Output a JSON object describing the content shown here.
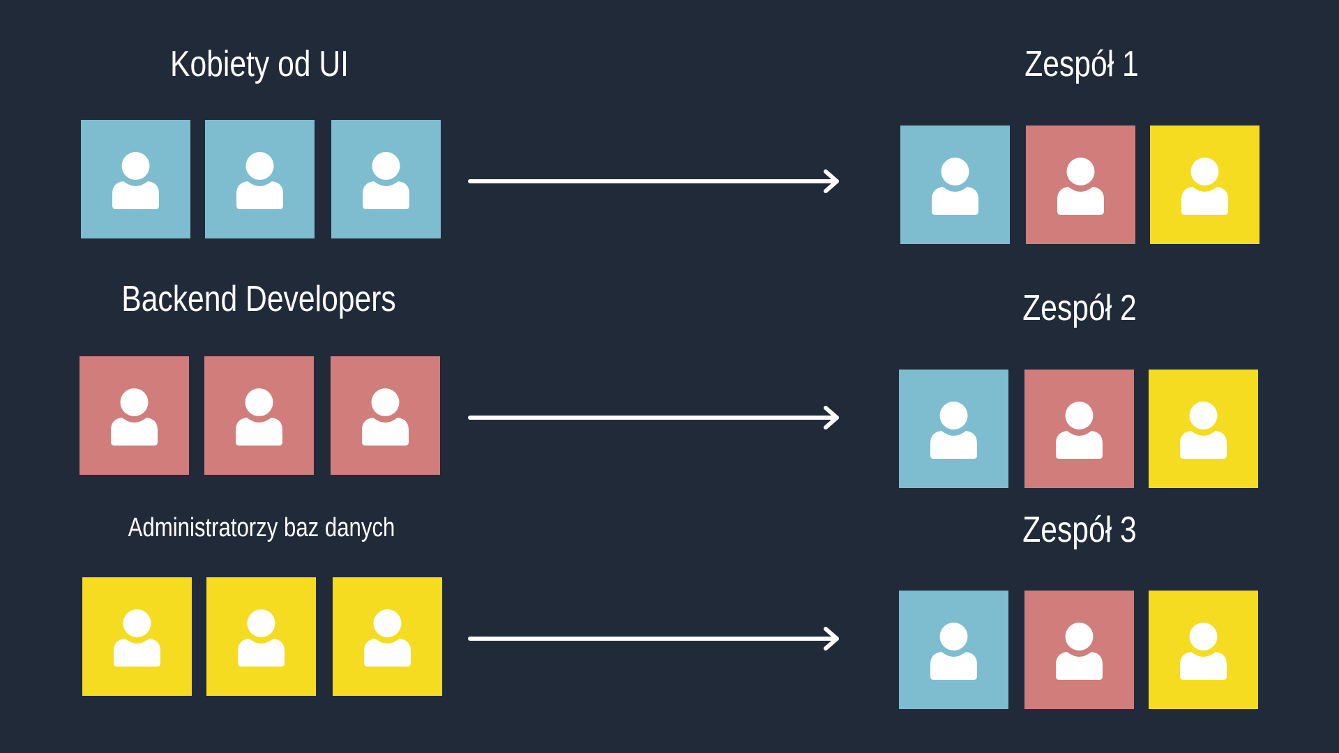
{
  "colors": {
    "background": "#202a39",
    "ui": "#7ebdcf",
    "backend": "#d07d7c",
    "db": "#f5dc21",
    "icon": "#ffffff",
    "arrow": "#ffffff"
  },
  "source_groups": [
    {
      "title": "Kobiety od UI",
      "members": [
        "ui",
        "ui",
        "ui"
      ]
    },
    {
      "title": "Backend Developers",
      "members": [
        "backend",
        "backend",
        "backend"
      ]
    },
    {
      "title": "Administratorzy baz danych",
      "members": [
        "db",
        "db",
        "db"
      ]
    }
  ],
  "teams": [
    {
      "title": "Zespół 1",
      "members": [
        "ui",
        "backend",
        "db"
      ]
    },
    {
      "title": "Zespół 2",
      "members": [
        "ui",
        "backend",
        "db"
      ]
    },
    {
      "title": "Zespół 3",
      "members": [
        "ui",
        "backend",
        "db"
      ]
    }
  ],
  "icons": {
    "member": "person-icon",
    "arrow": "arrow-right-icon"
  }
}
